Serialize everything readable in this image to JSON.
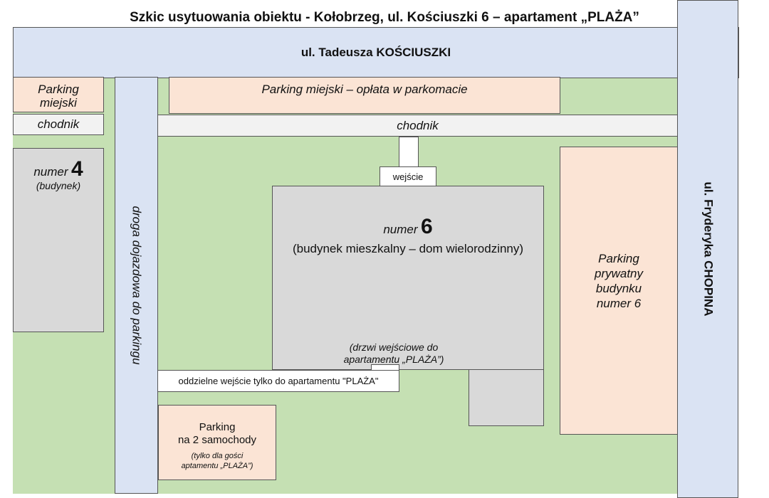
{
  "title": "Szkic usytuowania obiektu - Kołobrzeg, ul. Kościuszki 6 – apartament „PLAŻA”",
  "roads": {
    "kosciuszki": "ul. Tadeusza KOŚCIUSZKI",
    "chopina": "ul. Fryderyka CHOPINA",
    "access_road": "droga dojazdowa do parkingu"
  },
  "parkings": {
    "city_left_line1": "Parking",
    "city_left_line2": "miejski",
    "city_paid": "Parking miejski – opłata w parkomacie",
    "private_line1": "Parking",
    "private_line2": "prywatny",
    "private_line3": "budynku",
    "private_line4": "numer 6",
    "two_cars_line1": "Parking",
    "two_cars_line2": "na 2 samochody",
    "two_cars_note_line1": "(tylko dla gości",
    "two_cars_note_line2": "aptamentu „PLAŻA”)"
  },
  "sidewalks": {
    "left": "chodnik",
    "top": "chodnik"
  },
  "buildings": {
    "b4_label": "numer",
    "b4_number": "4",
    "b4_sub": "(budynek)",
    "b6_label": "numer",
    "b6_number": "6",
    "b6_sub": "(budynek mieszkalny – dom wielorodzinny)",
    "b6_door_line1": "(drzwi wejściowe do",
    "b6_door_line2": "apartamentu „PLAŻA”)"
  },
  "entrances": {
    "main": "wejście",
    "separate": "oddzielne wejście tylko do apartamentu \"PLAŻA\""
  },
  "colors": {
    "grass": "#c5e0b3",
    "road": "#dae3f3",
    "parking": "#fbe4d5",
    "sidewalk": "#f2f2f2",
    "building": "#d9d9d9"
  }
}
